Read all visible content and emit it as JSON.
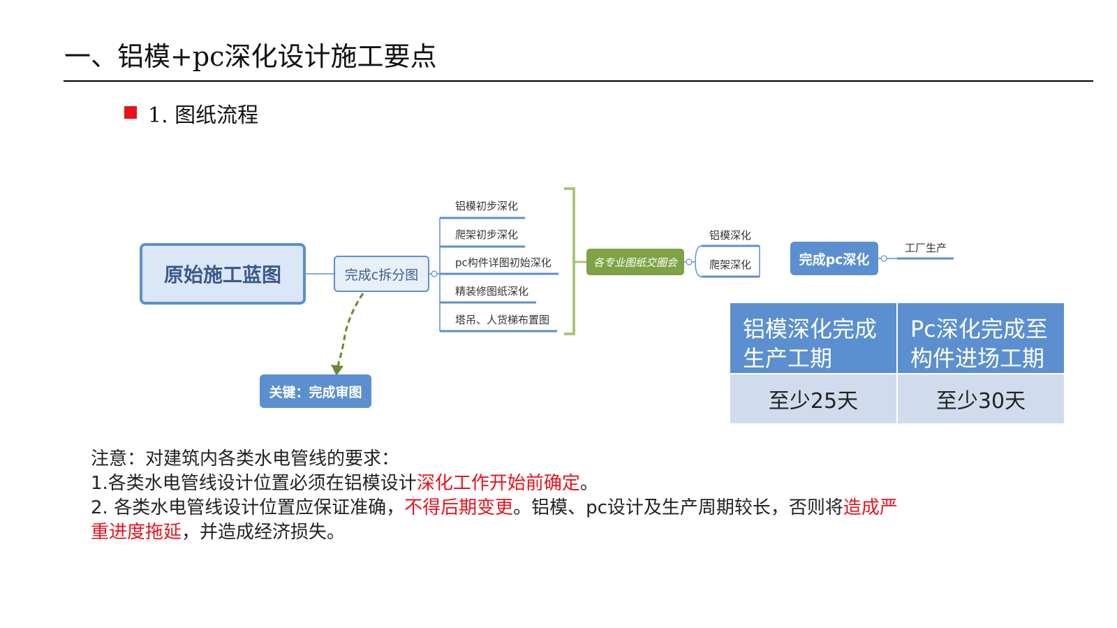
{
  "page": {
    "title": "一、铝模+pc深化设计施工要点",
    "section_heading": "1. 图纸流程"
  },
  "colors": {
    "accent_blue": "#5b8fd0",
    "accent_green": "#7ea344",
    "bracket_green": "#a9c77a",
    "highlight_red": "#e8131c",
    "bullet_red": "#e8131c"
  },
  "mindmap": {
    "root": "原始施工蓝图",
    "split": "完成c拆分图",
    "key": "关键：完成审图",
    "branches": [
      "铝模初步深化",
      "爬架初步深化",
      "pc构件详图初始深化",
      "精装修图纸深化",
      "塔吊、人货梯布置图"
    ],
    "meeting": "各专业图纸交圈会",
    "sub_branches": [
      "铝模深化",
      "爬架深化"
    ],
    "pc_done": "完成pc深化",
    "factory": "工厂生产"
  },
  "period_table": {
    "headers": [
      "铝模深化完成生产工期",
      "Pc深化完成至构件进场工期"
    ],
    "header_lines": [
      [
        "铝模深化完成",
        "生产工期"
      ],
      [
        "Pc深化完成至",
        "构件进场工期"
      ]
    ],
    "values": [
      "至少25天",
      "至少30天"
    ]
  },
  "notes": {
    "intro": "注意：对建筑内各类水电管线的要求：",
    "item1_plain": "1.各类水电管线设计位置必须在铝模设计",
    "item1_highlight": "深化工作开始前确定",
    "item1_end": "。",
    "item2_plain_a": "2. 各类水电管线设计位置应保证准确，",
    "item2_highlight_a": "不得后期变更",
    "item2_plain_b": "。铝模、pc设计及生产周期较长，否则将",
    "item2_highlight_b1": "造成严",
    "item2_highlight_b2": "重进度拖延",
    "item2_plain_c": "，并造成经济损失。"
  }
}
